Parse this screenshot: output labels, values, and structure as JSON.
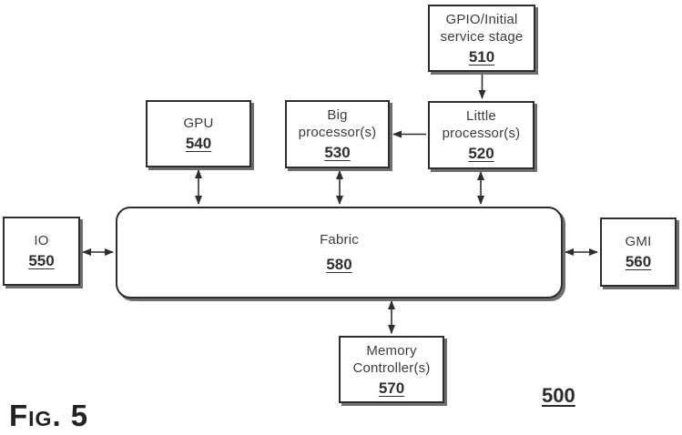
{
  "figure": {
    "label": "Fig. 5",
    "diagram_ref": "500"
  },
  "nodes": {
    "gpio": {
      "lines": [
        "GPIO/Initial",
        "service stage"
      ],
      "ref": "510"
    },
    "gpu": {
      "lines": [
        "GPU"
      ],
      "ref": "540"
    },
    "big": {
      "lines": [
        "Big",
        "processor(s)"
      ],
      "ref": "530"
    },
    "little": {
      "lines": [
        "Little",
        "processor(s)"
      ],
      "ref": "520"
    },
    "fabric": {
      "lines": [
        "Fabric"
      ],
      "ref": "580"
    },
    "io": {
      "lines": [
        "IO"
      ],
      "ref": "550"
    },
    "gmi": {
      "lines": [
        "GMI"
      ],
      "ref": "560"
    },
    "memory": {
      "lines": [
        "Memory",
        "Controller(s)"
      ],
      "ref": "570"
    }
  },
  "connections": [
    {
      "from": "GPIO/Initial service stage 510",
      "to": "Little processor(s) 520",
      "style": "single-arrow",
      "direction": "down"
    },
    {
      "from": "Little processor(s) 520",
      "to": "Big processor(s) 530",
      "style": "single-arrow",
      "direction": "left"
    },
    {
      "from": "GPU 540",
      "to": "Fabric 580",
      "style": "double-arrow"
    },
    {
      "from": "Big processor(s) 530",
      "to": "Fabric 580",
      "style": "double-arrow"
    },
    {
      "from": "Little processor(s) 520",
      "to": "Fabric 580",
      "style": "double-arrow"
    },
    {
      "from": "IO 550",
      "to": "Fabric 580",
      "style": "double-arrow"
    },
    {
      "from": "GMI 560",
      "to": "Fabric 580",
      "style": "double-arrow"
    },
    {
      "from": "Memory Controller(s) 570",
      "to": "Fabric 580",
      "style": "double-arrow"
    }
  ],
  "colors": {
    "line": "#2d2d2d",
    "text": "#3c3c3c",
    "shadow": "#6f6f6f",
    "background": "#ffffff"
  }
}
